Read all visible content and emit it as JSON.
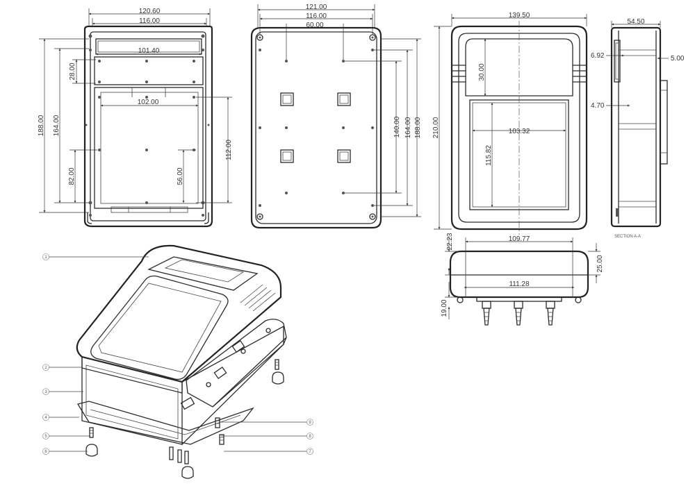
{
  "front_view": {
    "overall_width": "120.60",
    "inner_width": "116.00",
    "top_window_width": "101.40",
    "top_window_height": "28.00",
    "main_window_width": "102.00",
    "overall_height": "188.00",
    "hole_span_height": "164.00",
    "lower_height": "82.00",
    "right_height": "112.00",
    "small_height": "56.00"
  },
  "back_view": {
    "overall_width": "121.00",
    "hole_span_width": "116.00",
    "center_span": "60.00",
    "height_140": "140.00",
    "height_164": "164.00",
    "height_188": "188.00"
  },
  "cover_view": {
    "overall_width": "139.50",
    "overall_height": "210.00",
    "top_panel_height": "30.00",
    "window_width": "103.32",
    "window_height": "115.82"
  },
  "side_view": {
    "overall_width": "54.50",
    "dim_a": "6.92",
    "dim_b": "5.00",
    "dim_c": "4.70",
    "section_label": "SECTION A-A"
  },
  "bottom_view": {
    "top_width": "109.77",
    "bottom_width": "111.28",
    "left_height": "22.23",
    "right_height": "25.00",
    "gland_height": "19.00"
  },
  "exploded_view": {
    "balloons": [
      "1",
      "2",
      "3",
      "4",
      "5",
      "6",
      "7",
      "8",
      "9"
    ]
  }
}
